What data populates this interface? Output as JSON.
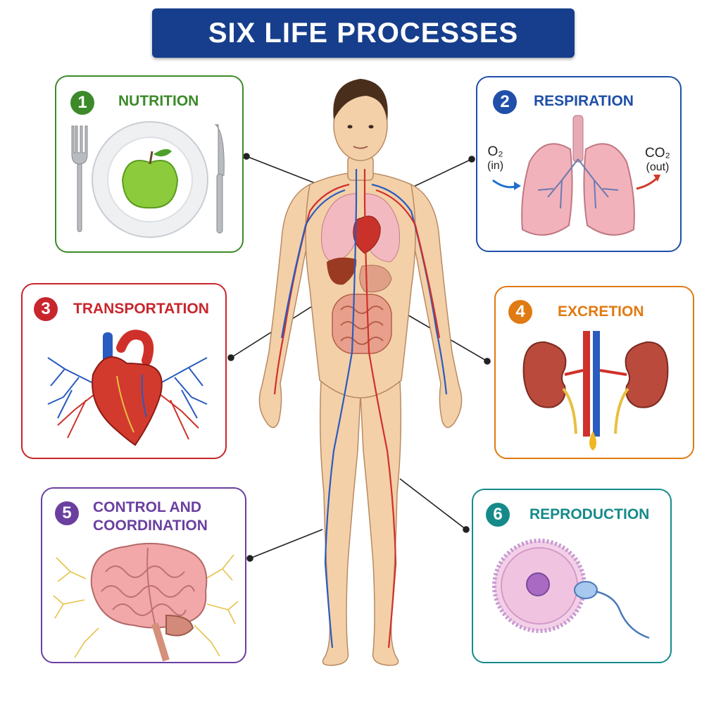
{
  "title": "SIX LIFE PROCESSES",
  "colors": {
    "banner": "#173e8c",
    "nutrition": "#3c8a2a",
    "respiration": "#1f4fa8",
    "transportation": "#c8262c",
    "excretion": "#e07a12",
    "control": "#6b3fa0",
    "reproduction": "#168a8a"
  },
  "processes": [
    {
      "number": "1",
      "name": "NUTRITION",
      "icon": "plate-apple-fork-knife-icon"
    },
    {
      "number": "2",
      "name": "RESPIRATION",
      "icon": "lungs-icon"
    },
    {
      "number": "3",
      "name": "TRANSPORTATION",
      "icon": "heart-vessels-icon"
    },
    {
      "number": "4",
      "name": "EXCRETION",
      "icon": "kidneys-icon"
    },
    {
      "number": "5",
      "name": "CONTROL AND",
      "name_line2": "COORDINATION",
      "icon": "brain-icon"
    },
    {
      "number": "6",
      "name": "REPRODUCTION",
      "icon": "egg-sperm-icon"
    }
  ],
  "respiration": {
    "o2_label": "O₂",
    "o2_sub": "(in)",
    "co2_label": "CO₂",
    "co2_sub": "(out)"
  }
}
